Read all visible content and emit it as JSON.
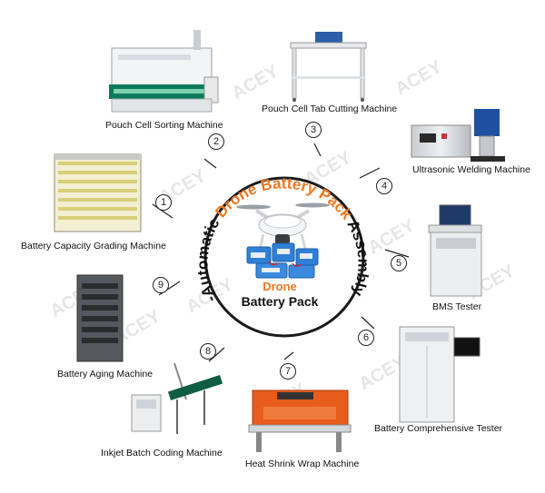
{
  "center": {
    "arc_title_black_1": "Semi-Automatic",
    "arc_title_orange": "Drone Battery Pack",
    "arc_title_black_2": "Assembly Line",
    "drone_label": "Drone",
    "pack_label": "Battery Pack"
  },
  "watermark": "ACEY",
  "machines": [
    {
      "num": "1",
      "label": "Battery Capacity Grading Machine"
    },
    {
      "num": "2",
      "label": "Pouch Cell Sorting Machine"
    },
    {
      "num": "3",
      "label": "Pouch Cell Tab Cutting Machine"
    },
    {
      "num": "4",
      "label": "Ultrasonic Welding Machine"
    },
    {
      "num": "5",
      "label": "BMS Tester"
    },
    {
      "num": "6",
      "label": "Battery Comprehensive Tester"
    },
    {
      "num": "7",
      "label": "Heat Shrink Wrap Machine"
    },
    {
      "num": "8",
      "label": "Inkjet Batch Coding Machine"
    },
    {
      "num": "9",
      "label": "Battery Aging Machine"
    }
  ],
  "colors": {
    "accent": "#ee7722",
    "ring": "#1a1a1a",
    "text": "#111111"
  }
}
